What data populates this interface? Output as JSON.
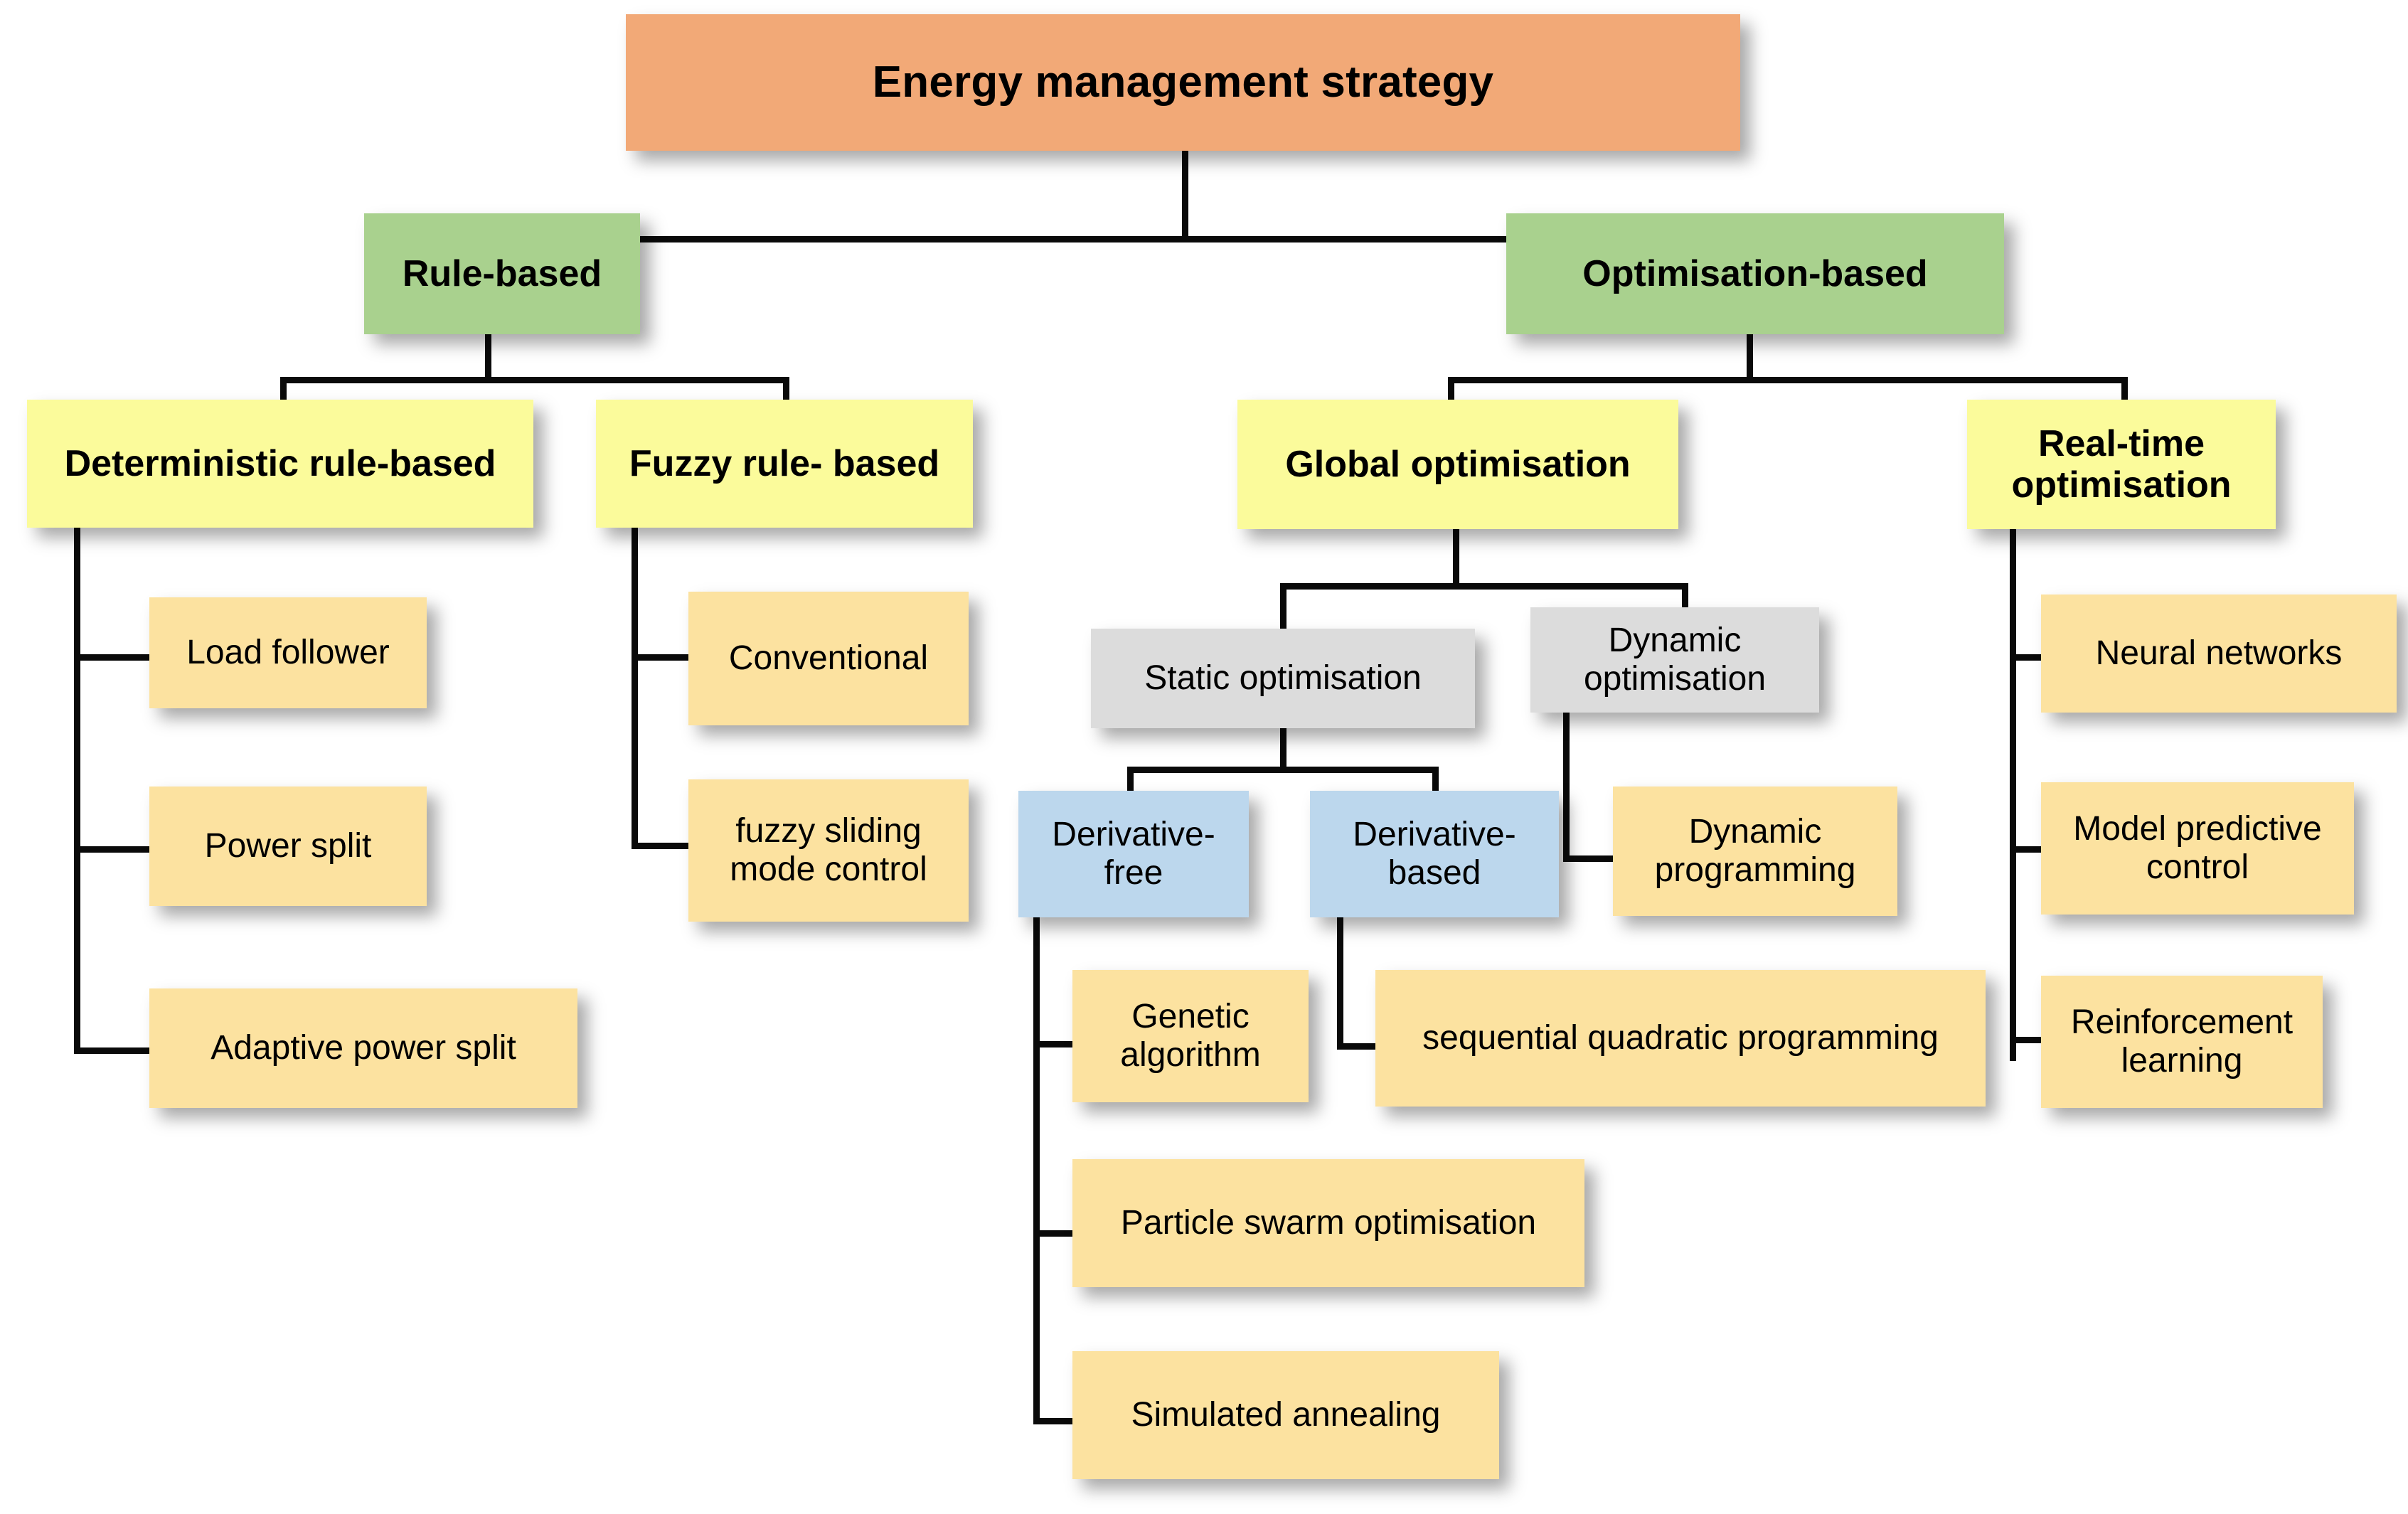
{
  "diagram": {
    "title": "Energy management strategy",
    "type": "tree-taxonomy",
    "palette": {
      "root": "#F2A977",
      "category": "#A9D18E",
      "subcategory": "#FBFB9B",
      "grey_node": "#DCDCDC",
      "blue_node": "#BCD7ED",
      "leaf": "#FCE2A0",
      "connector": "#0A0A0A",
      "background": "#FFFFFF"
    },
    "root": {
      "label": "Energy management strategy"
    },
    "categories": [
      {
        "label": "Rule-based"
      },
      {
        "label": "Optimisation-based"
      }
    ],
    "subcategories": [
      {
        "label": "Deterministic rule-based"
      },
      {
        "label": "Fuzzy rule- based"
      },
      {
        "label": "Global optimisation"
      },
      {
        "label": "Real-time\noptimisation"
      }
    ],
    "global_optimisation_children": [
      {
        "label": "Static optimisation"
      },
      {
        "label": "Dynamic\noptimisation"
      }
    ],
    "static_optimisation_children": [
      {
        "label": "Derivative-\nfree"
      },
      {
        "label": "Derivative-\nbased"
      }
    ],
    "leaves": {
      "deterministic_rule_based": [
        {
          "label": "Load follower"
        },
        {
          "label": "Power split"
        },
        {
          "label": "Adaptive power split"
        }
      ],
      "fuzzy_rule_based": [
        {
          "label": "Conventional"
        },
        {
          "label": "fuzzy sliding\nmode control"
        }
      ],
      "derivative_free": [
        {
          "label": "Genetic\nalgorithm"
        },
        {
          "label": "Particle swarm optimisation"
        },
        {
          "label": "Simulated annealing"
        }
      ],
      "derivative_based": [
        {
          "label": "sequential quadratic programming"
        }
      ],
      "dynamic_optimisation": [
        {
          "label": "Dynamic\nprogramming"
        }
      ],
      "real_time_optimisation": [
        {
          "label": "Neural networks"
        },
        {
          "label": "Model predictive\ncontrol"
        },
        {
          "label": "Reinforcement\nlearning"
        }
      ]
    }
  }
}
